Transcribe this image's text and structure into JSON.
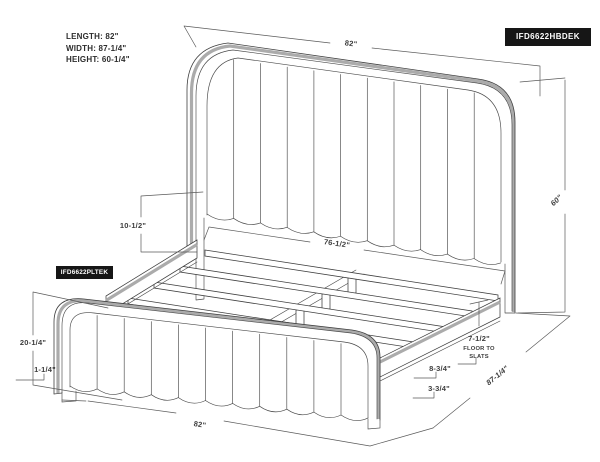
{
  "specs": {
    "length": "LENGTH: 82\"",
    "width": "WIDTH: 87-1/4\"",
    "height": "HEIGHT: 60-1/4\""
  },
  "part_labels": {
    "headboard_sku": "IFD6622HBDEK",
    "platform_sku": "IFD6622PLTEK"
  },
  "dimensions": {
    "headboard_width_top": "82\"",
    "headboard_height": "60\"",
    "slat_span": "76-1/2\"",
    "rail_to_upholstery": "10-1/2\"",
    "footboard_height": "20-1/4\"",
    "footboard_leg_height": "1-1/4\"",
    "footboard_width_bottom": "82\"",
    "bed_depth": "87-1/4\"",
    "floor_to_slats_value": "7-1/2\"",
    "floor_to_slats_label_1": "FLOOR TO",
    "floor_to_slats_label_2": "SLATS",
    "rail_height_upper": "8-3/4\"",
    "rail_height_lower": "3-3/4\""
  },
  "colors": {
    "line": "#3f3f3f",
    "dimension_line": "#5a5a5a",
    "trim": "#ababab",
    "badge_bg": "#161616",
    "badge_text": "#ffffff",
    "background": "#ffffff"
  }
}
